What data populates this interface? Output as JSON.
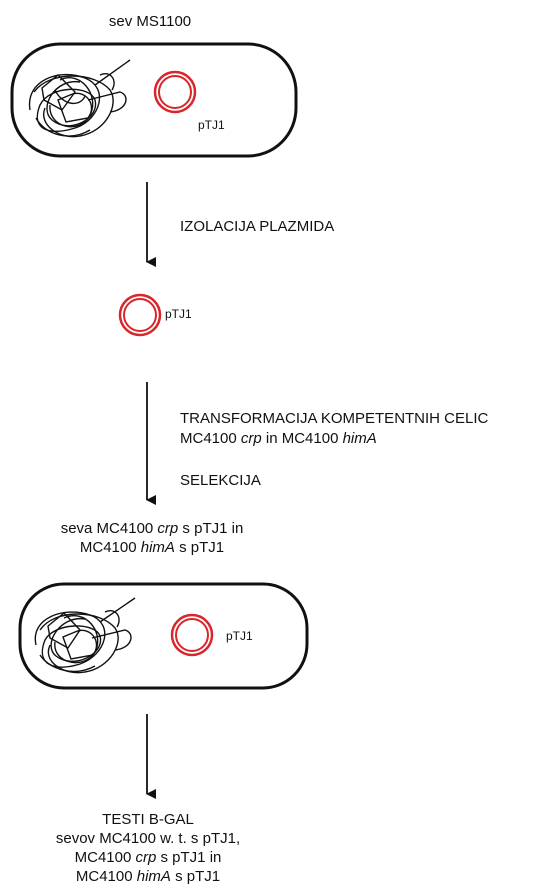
{
  "top_label": "sev MS1100",
  "plasmid_label": "pTJ1",
  "step1": "IZOLACIJA PLAZMIDA",
  "step2_line1": "TRANSFORMACIJA KOMPETENTNIH CELIC",
  "step2_line2": {
    "a": "MC4100 ",
    "b": "crp",
    "c": " in MC4100 ",
    "d": "himA"
  },
  "step3": "SELEKCIJA",
  "result_line1": {
    "a": "seva MC4100 ",
    "b": "crp",
    "c": " s pTJ1 in"
  },
  "result_line2": {
    "a": "MC4100 ",
    "b": "himA",
    "c": " s pTJ1"
  },
  "final_line1": "TESTI B-GAL",
  "final_line2": "sevov MC4100 w. t. s pTJ1,",
  "final_line3": {
    "a": "MC4100 ",
    "b": "crp",
    "c": " s pTJ1 in"
  },
  "final_line4": {
    "a": "MC4100 ",
    "b": "himA",
    "c": " s pTJ1"
  },
  "colors": {
    "plasmid": "#d8262b",
    "outline": "#111111"
  }
}
